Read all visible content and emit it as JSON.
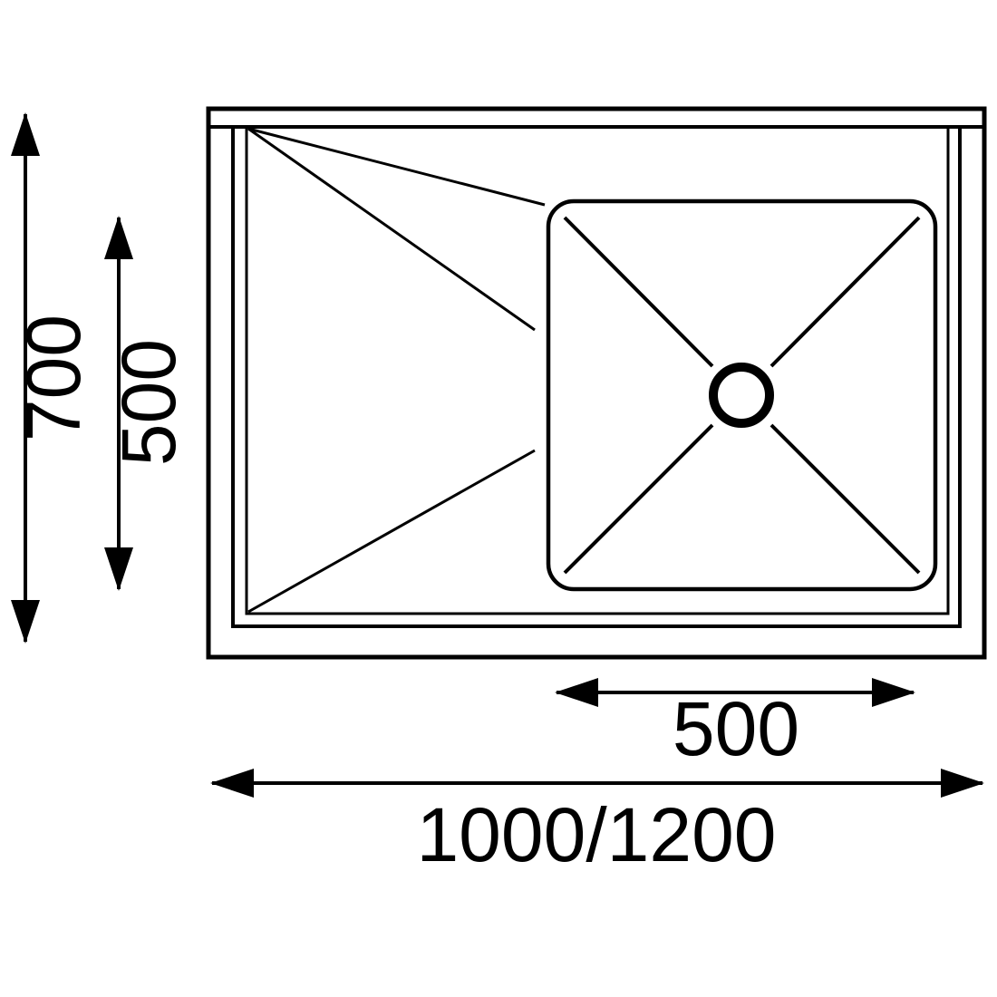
{
  "drawing": {
    "background_color": "#ffffff",
    "line_color": "#000000",
    "dimensions": {
      "overall_depth": "700",
      "inner_depth": "500",
      "bowl_width": "500",
      "overall_width": "1000/1200"
    }
  }
}
